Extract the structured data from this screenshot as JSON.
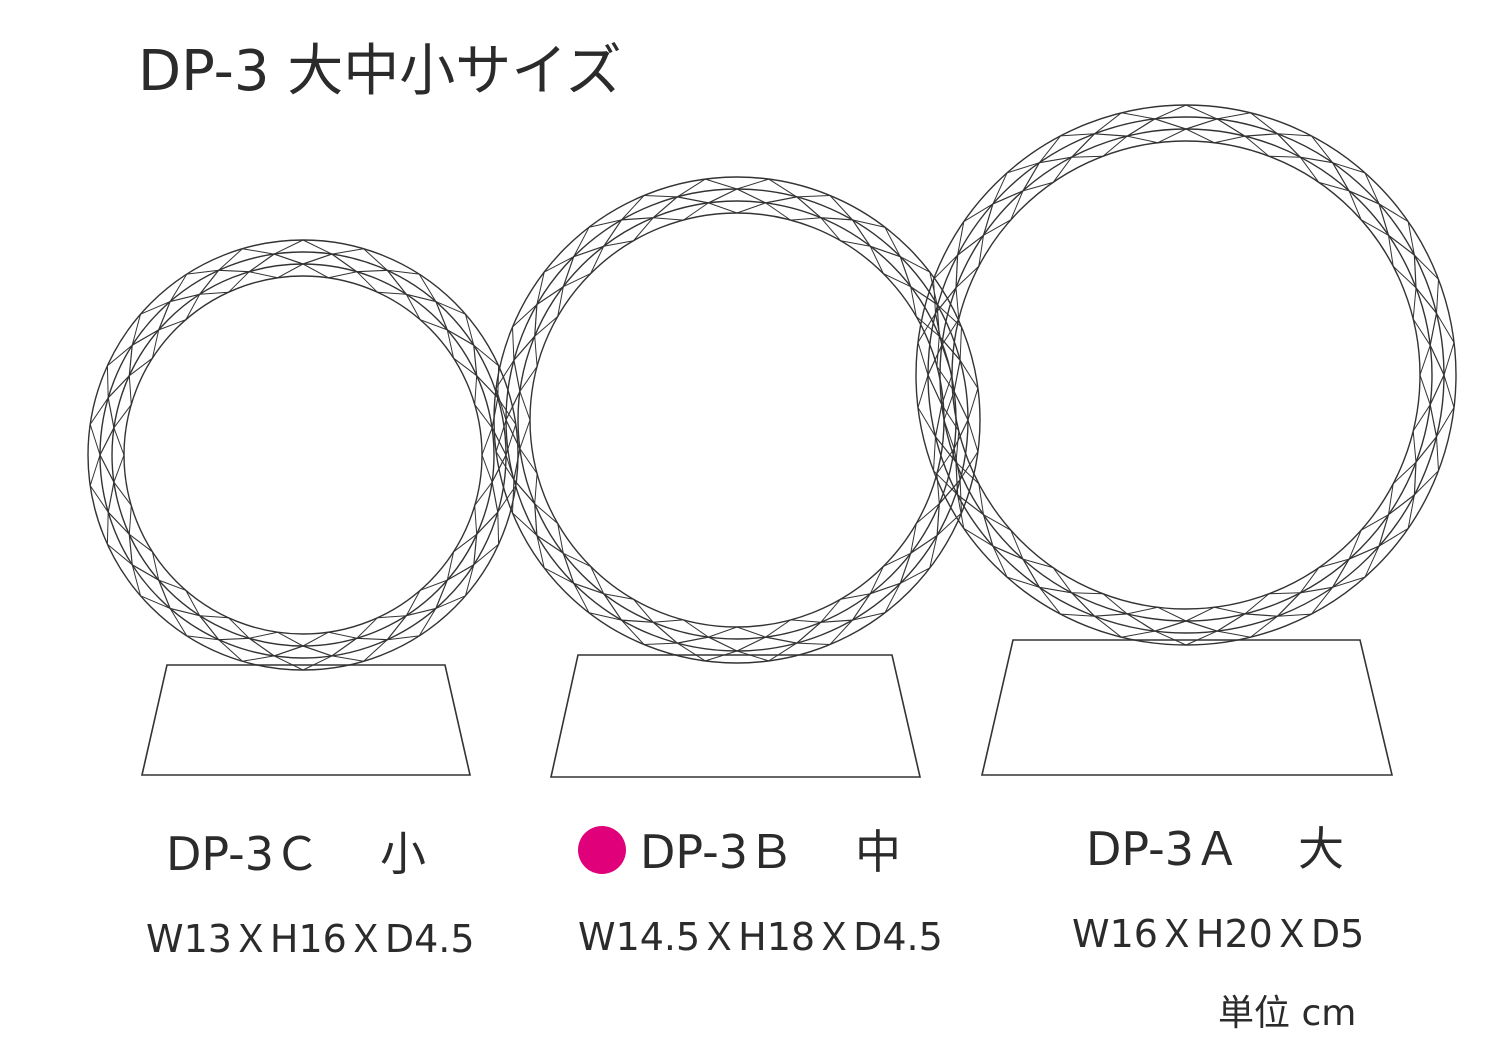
{
  "title": "DP-3 大中小サイズ",
  "accent_color": "#e0007a",
  "products": [
    {
      "model": "DP-3Ｃ",
      "size_label": "小",
      "dimensions": "W13ＸH16ＸD4.5",
      "marked": false
    },
    {
      "model": "DP-3Ｂ",
      "size_label": "中",
      "dimensions": "W14.5ＸH18ＸD4.5",
      "marked": true
    },
    {
      "model": "DP-3Ａ",
      "size_label": "大",
      "dimensions": "W16ＸH20ＸD5",
      "marked": false
    }
  ],
  "unit_note": "単位 cm"
}
